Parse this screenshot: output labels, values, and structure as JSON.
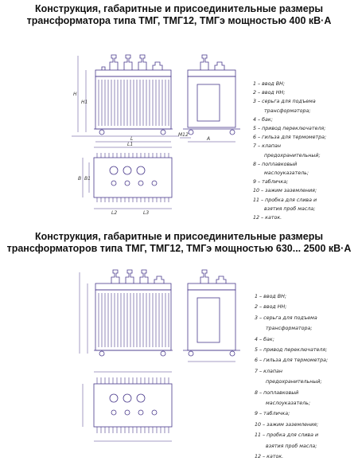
{
  "section_1": {
    "title_line_1": "Конструкция, габаритные и присоединительные размеры",
    "title_line_2": "трансформатора типа ТМГ, ТМГ12, ТМГэ мощностью 400 кВ·А",
    "legend": [
      "1 – ввод ВН;",
      "2 – ввод НН;",
      "3 – серьга для подъема",
      "трансформатора;",
      "4 – бак;",
      "5 – привод переключателя;",
      "6 – гильза для термометра;",
      "7 – клапан",
      "предохранительный;",
      "8 – поплавковый",
      "маслоуказатель;",
      "9 – табличка;",
      "10 – зажим заземления;",
      "11 – пробка для слива и",
      "взятия проб масла;",
      "12 – каток."
    ]
  },
  "section_2": {
    "title_line_1": "Конструкция, габаритные и присоединительные размеры",
    "title_line_2": "трансформаторов типа ТМГ, ТМГ12, ТМГэ мощностью 630... 2500 кВ·А",
    "legend": [
      "1 – ввод ВН;",
      "2 – ввод НН;",
      "3 – серьга для подъема",
      "трансформатора;",
      "4 – бак;",
      "5 – привод переключателя;",
      "6 – гильза для термометра;",
      "7 – клапан",
      "предохранительный;",
      "8 – поплавковый",
      "маслоуказатель;",
      "9 – табличка;",
      "10 – зажим заземления;",
      "11 – пробка для слива и",
      "взятия проб масла;",
      "12 – каток."
    ]
  },
  "dimension_labels": {
    "height": "H",
    "height_1": "H1",
    "length": "L",
    "length_1": "L1",
    "length_2": "L2",
    "length_3": "L3",
    "width": "B",
    "width_1": "B1",
    "wheel_gauge": "A",
    "bolt": "M12"
  },
  "colors": {
    "line": "#4a3a8c",
    "text": "#1a1a1a"
  }
}
